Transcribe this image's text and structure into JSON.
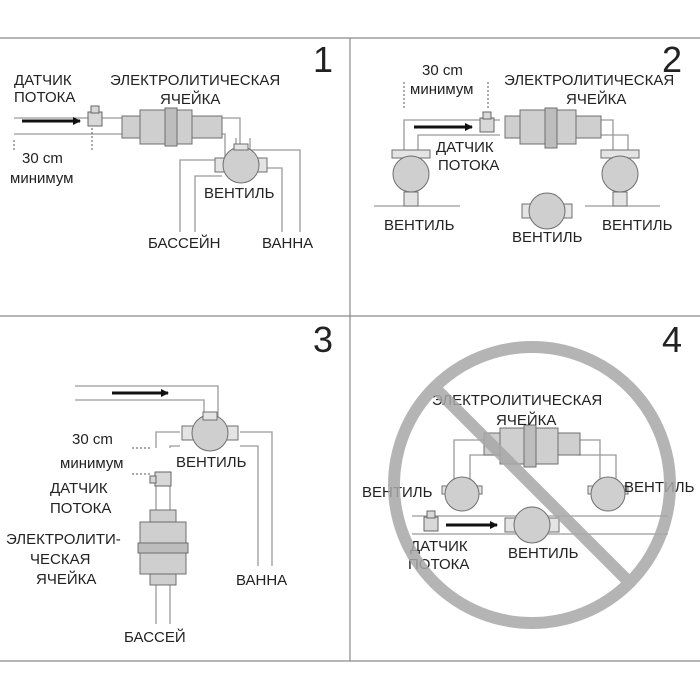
{
  "colors": {
    "pipe_fill": "#ffffff",
    "pipe_stroke": "#9a9a9a",
    "component_fill": "#cfcfcf",
    "component_stroke": "#6f6f6f",
    "frame": "#8a8a8a",
    "arrow": "#111111",
    "prohibition": "#a8a8a8",
    "text": "#222222"
  },
  "panels": [
    {
      "number": "1",
      "labels": {
        "flow_sensor": [
          "ДАТЧИК",
          "ПОТОКА"
        ],
        "cell": [
          "ЭЛЕКТРОЛИТИЧЕСКАЯ",
          "ЯЧЕЙКА"
        ],
        "distance": "30 cm",
        "minimum": "минимум",
        "valve": "ВЕНТИЛЬ",
        "pool": "БАССЕЙН",
        "bath": "ВАННА"
      }
    },
    {
      "number": "2",
      "labels": {
        "distance": "30 cm",
        "minimum": "минимум",
        "cell": [
          "ЭЛЕКТРОЛИТИЧЕСКАЯ",
          "ЯЧЕЙКА"
        ],
        "flow_sensor": [
          "ДАТЧИК",
          "ПОТОКА"
        ],
        "valve_left": "ВЕНТИЛЬ",
        "valve_center": "ВЕНТИЛЬ",
        "valve_right": "ВЕНТИЛЬ"
      }
    },
    {
      "number": "3",
      "labels": {
        "distance": "30 cm",
        "minimum": "минимум",
        "valve": "ВЕНТИЛЬ",
        "flow_sensor": [
          "ДАТЧИК",
          "ПОТОКА"
        ],
        "cell": [
          "ЭЛЕКТРОЛИТИ-",
          "ЧЕСКАЯ",
          "ЯЧЕЙКА"
        ],
        "bath": "ВАННА",
        "pool": "БАССЕЙ"
      }
    },
    {
      "number": "4",
      "prohibited": true,
      "labels": {
        "cell": [
          "ЭЛЕКТРОЛИТИЧЕСКАЯ",
          "ЯЧЕЙКА"
        ],
        "valve_left": "ВЕНТИЛЬ",
        "valve_right": "ВЕНТИЛЬ",
        "valve_center": "ВЕНТИЛЬ",
        "flow_sensor": [
          "ДАТЧИК",
          "ПОТОКА"
        ]
      }
    }
  ]
}
